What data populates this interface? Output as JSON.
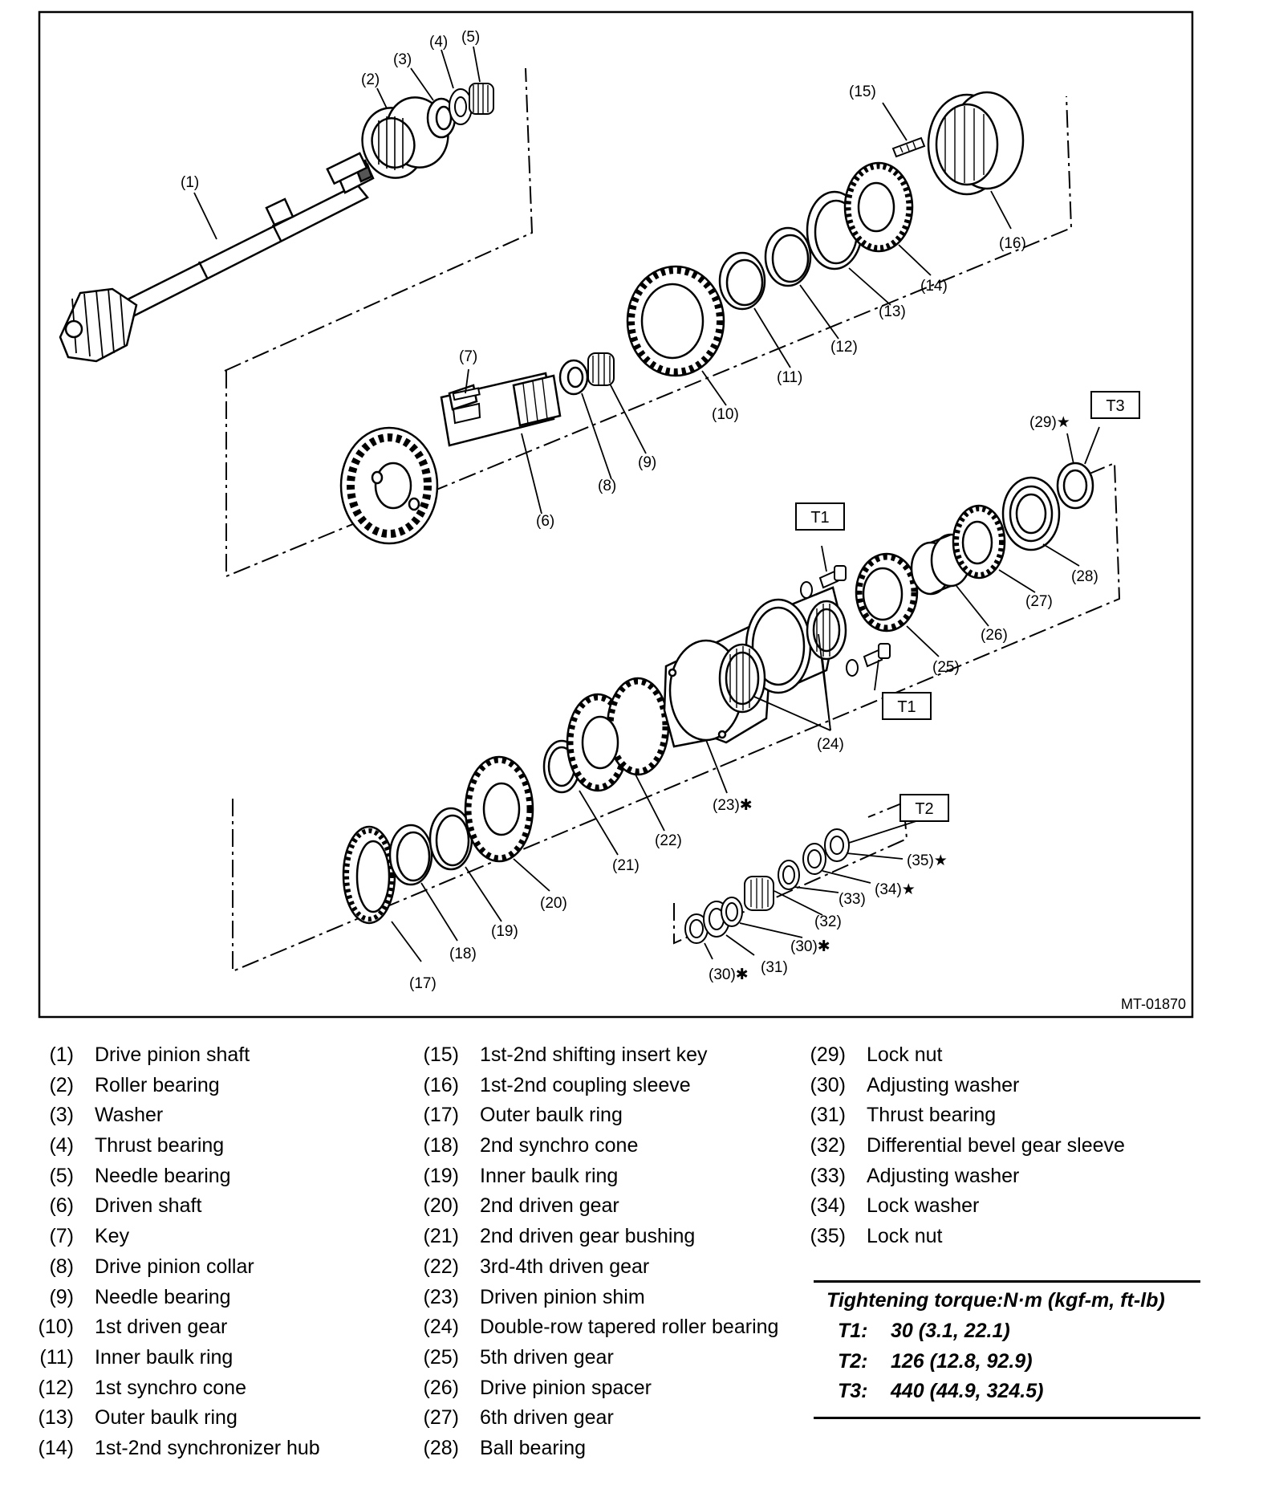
{
  "diagram": {
    "code": "MT-01870",
    "callouts": {
      "c1": "(1)",
      "c2": "(2)",
      "c3": "(3)",
      "c4": "(4)",
      "c5": "(5)",
      "c6": "(6)",
      "c7": "(7)",
      "c8": "(8)",
      "c9": "(9)",
      "c10": "(10)",
      "c11": "(11)",
      "c12": "(12)",
      "c13": "(13)",
      "c14": "(14)",
      "c15": "(15)",
      "c16": "(16)",
      "c17": "(17)",
      "c18": "(18)",
      "c19": "(19)",
      "c20": "(20)",
      "c21": "(21)",
      "c22": "(22)",
      "c23": "(23)✱",
      "c24": "(24)",
      "c25": "(25)",
      "c26": "(26)",
      "c27": "(27)",
      "c28": "(28)",
      "c29": "(29)★",
      "c30a": "(30)✱",
      "c30b": "(30)✱",
      "c31": "(31)",
      "c32": "(32)",
      "c33": "(33)",
      "c34": "(34)★",
      "c35": "(35)★"
    },
    "torque_tags": {
      "t1a": "T1",
      "t1b": "T1",
      "t2": "T2",
      "t3": "T3"
    }
  },
  "legend": {
    "col1": [
      {
        "num": "(1)",
        "name": "Drive pinion shaft"
      },
      {
        "num": "(2)",
        "name": "Roller bearing"
      },
      {
        "num": "(3)",
        "name": "Washer"
      },
      {
        "num": "(4)",
        "name": "Thrust bearing"
      },
      {
        "num": "(5)",
        "name": "Needle bearing"
      },
      {
        "num": "(6)",
        "name": "Driven shaft"
      },
      {
        "num": "(7)",
        "name": "Key"
      },
      {
        "num": "(8)",
        "name": "Drive pinion collar"
      },
      {
        "num": "(9)",
        "name": "Needle bearing"
      },
      {
        "num": "(10)",
        "name": "1st driven gear"
      },
      {
        "num": "(11)",
        "name": "Inner baulk ring"
      },
      {
        "num": "(12)",
        "name": "1st synchro cone"
      },
      {
        "num": "(13)",
        "name": "Outer baulk ring"
      },
      {
        "num": "(14)",
        "name": "1st-2nd synchronizer hub"
      }
    ],
    "col2": [
      {
        "num": "(15)",
        "name": "1st-2nd shifting insert key"
      },
      {
        "num": "(16)",
        "name": "1st-2nd coupling sleeve"
      },
      {
        "num": "(17)",
        "name": "Outer baulk ring"
      },
      {
        "num": "(18)",
        "name": "2nd synchro cone"
      },
      {
        "num": "(19)",
        "name": "Inner baulk ring"
      },
      {
        "num": "(20)",
        "name": "2nd driven gear"
      },
      {
        "num": "(21)",
        "name": "2nd driven gear bushing"
      },
      {
        "num": "(22)",
        "name": "3rd-4th driven gear"
      },
      {
        "num": "(23)",
        "name": "Driven pinion shim"
      },
      {
        "num": "(24)",
        "name": "Double-row tapered roller bearing"
      },
      {
        "num": "(25)",
        "name": "5th driven gear"
      },
      {
        "num": "(26)",
        "name": "Drive pinion spacer"
      },
      {
        "num": "(27)",
        "name": "6th driven gear"
      },
      {
        "num": "(28)",
        "name": "Ball bearing"
      }
    ],
    "col3": [
      {
        "num": "(29)",
        "name": "Lock nut"
      },
      {
        "num": "(30)",
        "name": "Adjusting washer"
      },
      {
        "num": "(31)",
        "name": "Thrust bearing"
      },
      {
        "num": "(32)",
        "name": "Differential bevel gear sleeve"
      },
      {
        "num": "(33)",
        "name": "Adjusting washer"
      },
      {
        "num": "(34)",
        "name": "Lock washer"
      },
      {
        "num": "(35)",
        "name": "Lock nut"
      }
    ]
  },
  "torque": {
    "title": "Tightening torque:N·m (kgf-m, ft-lb)",
    "rows": [
      {
        "code": "T1:",
        "value": "30 (3.1, 22.1)"
      },
      {
        "code": "T2:",
        "value": "126 (12.8, 92.9)"
      },
      {
        "code": "T3:",
        "value": "440 (44.9, 324.5)"
      }
    ]
  }
}
